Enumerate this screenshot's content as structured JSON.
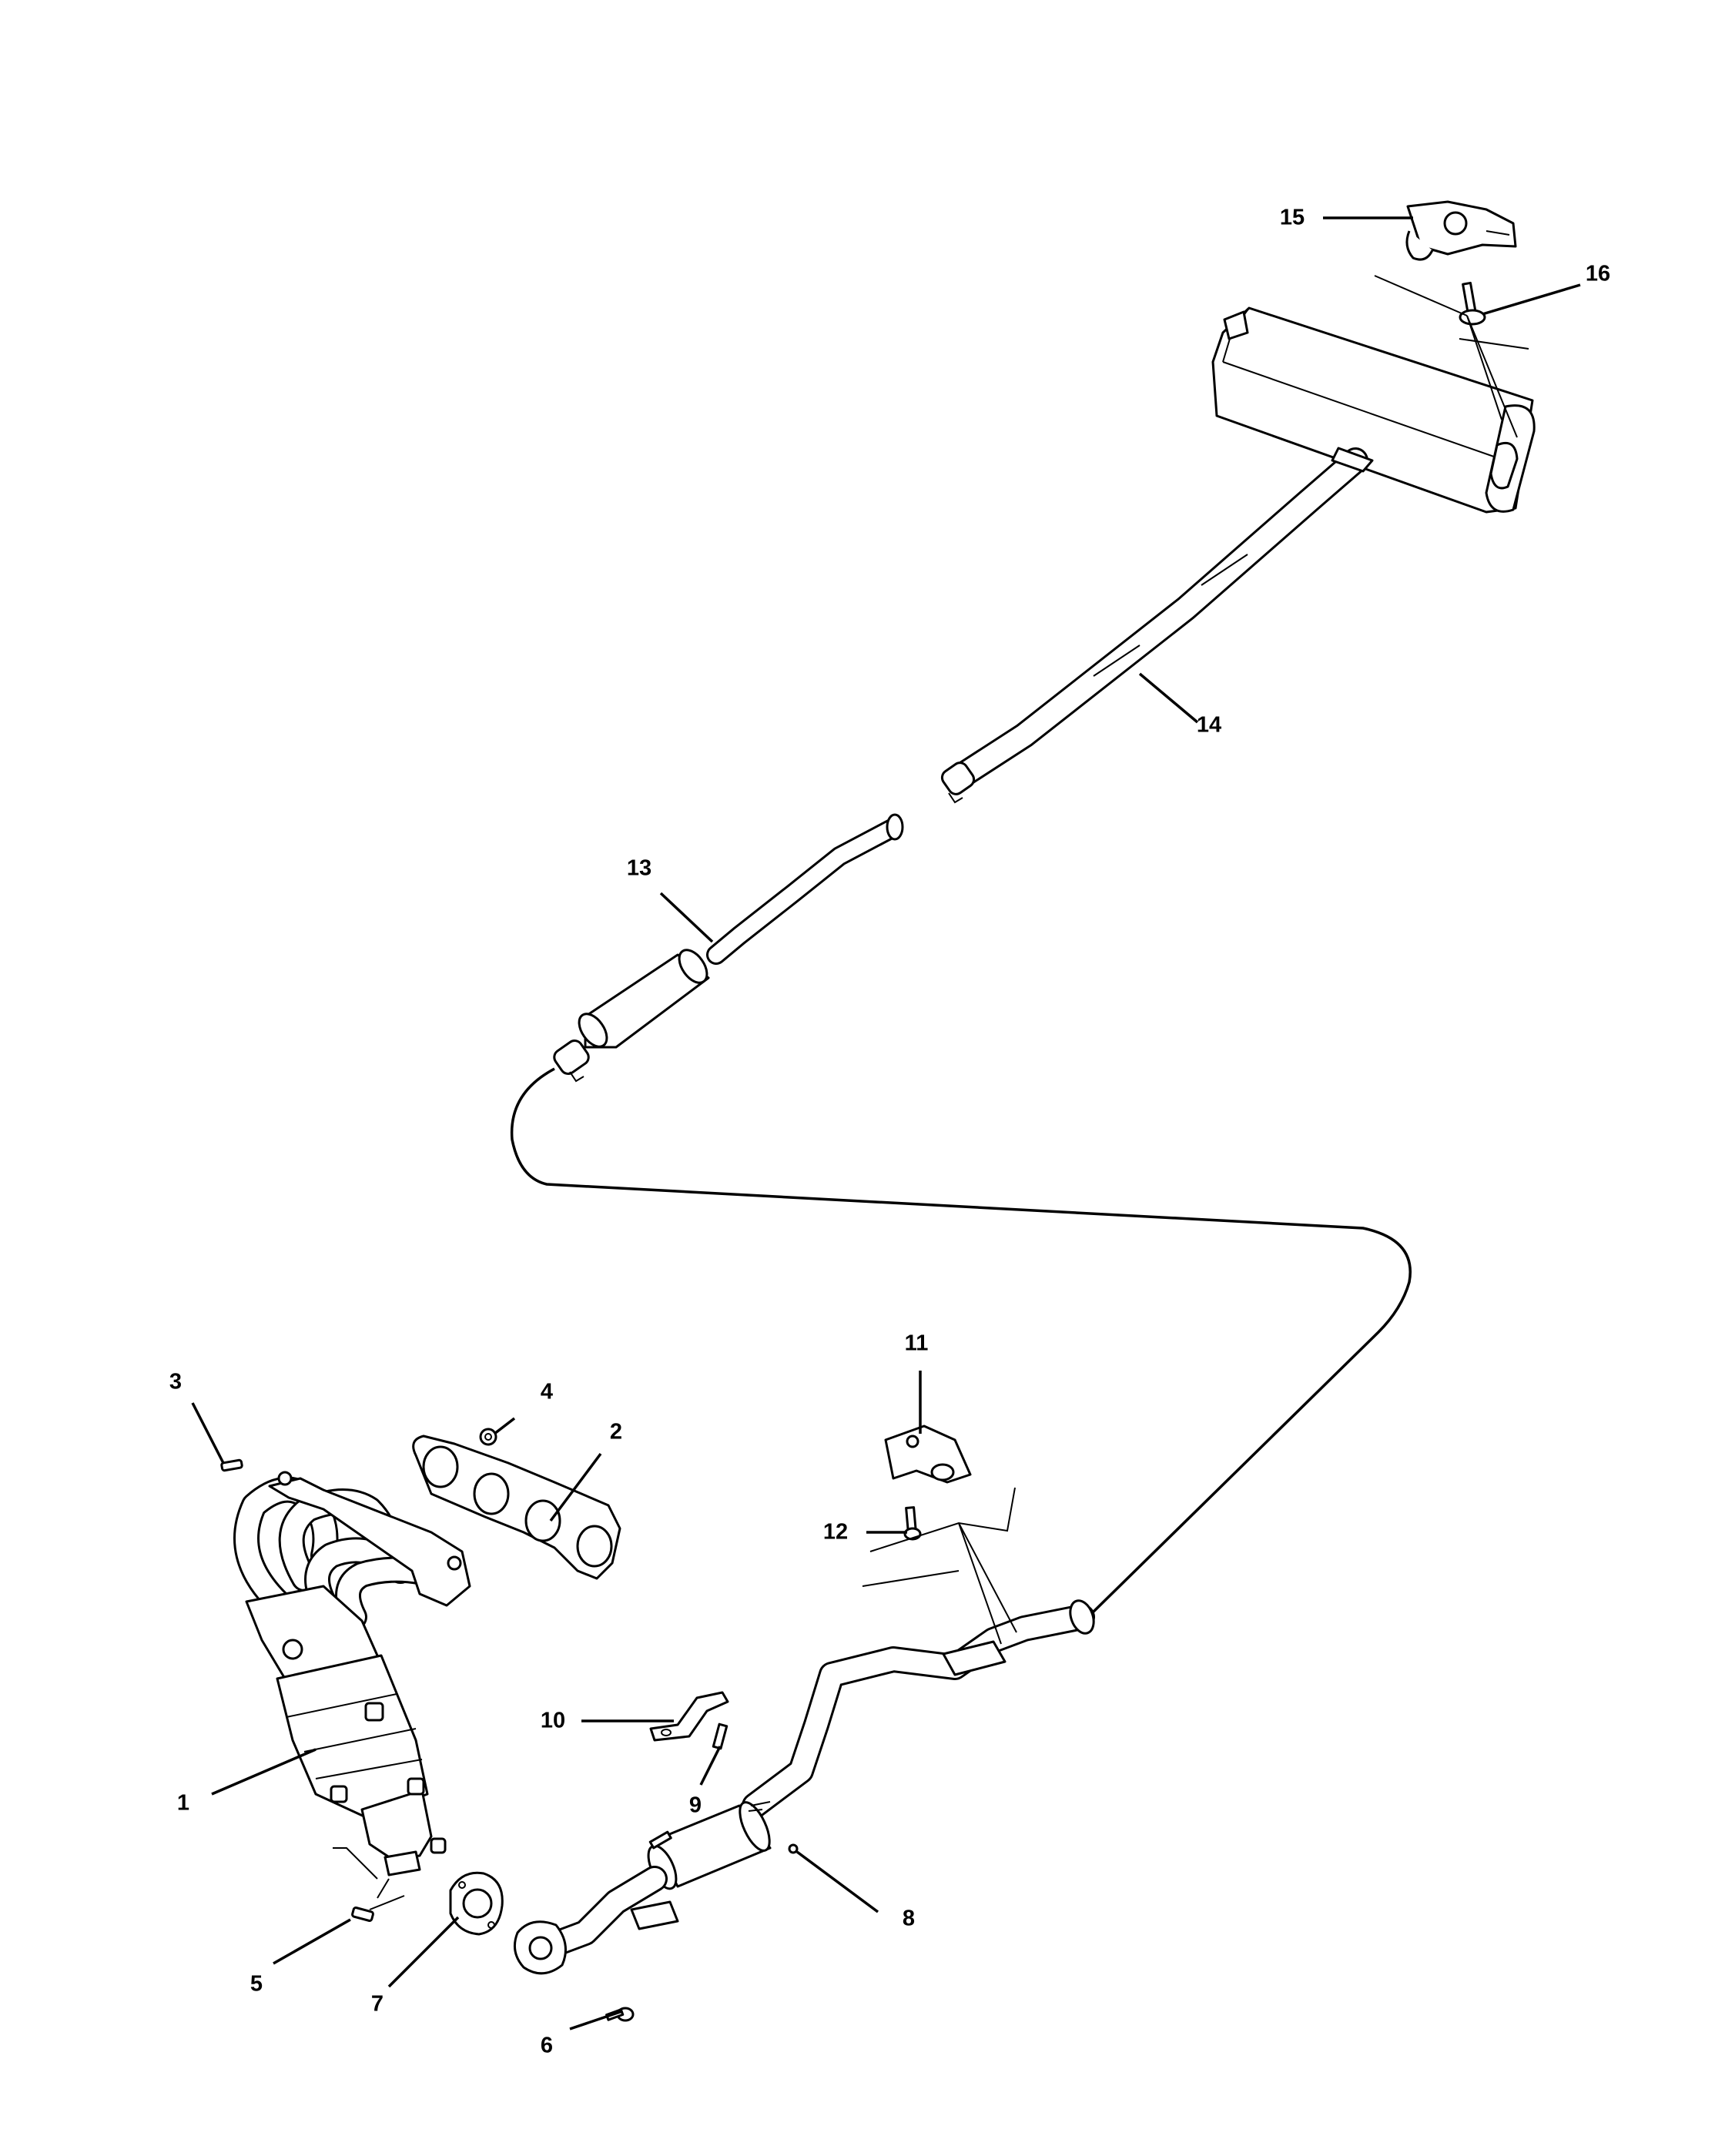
{
  "figure": {
    "callouts": [
      {
        "id": "1",
        "text": "1"
      },
      {
        "id": "2",
        "text": "2"
      },
      {
        "id": "3",
        "text": "3"
      },
      {
        "id": "4",
        "text": "4"
      },
      {
        "id": "5",
        "text": "5"
      },
      {
        "id": "6",
        "text": "6"
      },
      {
        "id": "7",
        "text": "7"
      },
      {
        "id": "8",
        "text": "8"
      },
      {
        "id": "9",
        "text": "9"
      },
      {
        "id": "10",
        "text": "10"
      },
      {
        "id": "11",
        "text": "11"
      },
      {
        "id": "12",
        "text": "12"
      },
      {
        "id": "13",
        "text": "13"
      },
      {
        "id": "14",
        "text": "14"
      },
      {
        "id": "15",
        "text": "15"
      },
      {
        "id": "16",
        "text": "16"
      }
    ]
  }
}
